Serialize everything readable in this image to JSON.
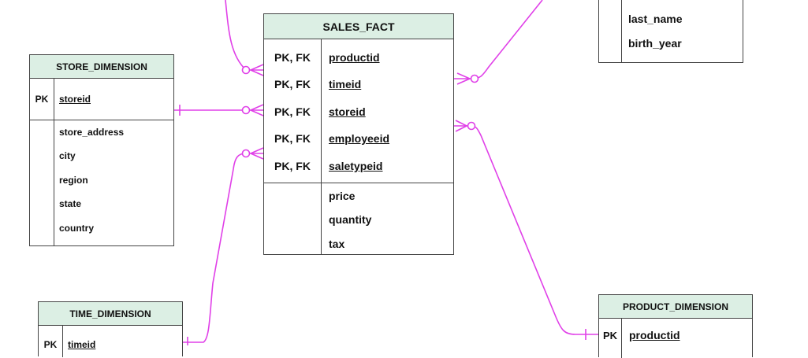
{
  "entities": {
    "store": {
      "title": "STORE_DIMENSION",
      "keys": [
        {
          "key": "PK",
          "name": "storeid"
        }
      ],
      "attributes": [
        "store_address",
        "city",
        "region",
        "state",
        "country"
      ]
    },
    "sales": {
      "title": "SALES_FACT",
      "keys": [
        {
          "key": "PK, FK",
          "name": "productid"
        },
        {
          "key": "PK, FK",
          "name": "timeid"
        },
        {
          "key": "PK, FK",
          "name": "storeid"
        },
        {
          "key": "PK, FK",
          "name": "employeeid"
        },
        {
          "key": "PK, FK",
          "name": "saletypeid"
        }
      ],
      "attributes": [
        "price",
        "quantity",
        "tax"
      ]
    },
    "employee": {
      "attributes": [
        "last_name",
        "birth_year"
      ]
    },
    "time": {
      "title": "TIME_DIMENSION",
      "keys": [
        {
          "key": "PK",
          "name": "timeid"
        }
      ]
    },
    "product": {
      "title": "PRODUCT_DIMENSION",
      "keys": [
        {
          "key": "PK",
          "name": "productid"
        }
      ]
    }
  },
  "colors": {
    "relationship": "#e040e8",
    "header_fill": "#dcefe4",
    "border": "#444444"
  },
  "relationships": [
    {
      "from": "sales.productid",
      "to": "product.productid",
      "cardinality": "one-to-zero-or-many"
    },
    {
      "from": "sales.timeid",
      "to": "time.timeid",
      "cardinality": "one-to-zero-or-many"
    },
    {
      "from": "sales.storeid",
      "to": "store.storeid",
      "cardinality": "one-to-zero-or-many"
    },
    {
      "from": "sales.employeeid",
      "to": "employee",
      "cardinality": "zero-or-many"
    }
  ]
}
